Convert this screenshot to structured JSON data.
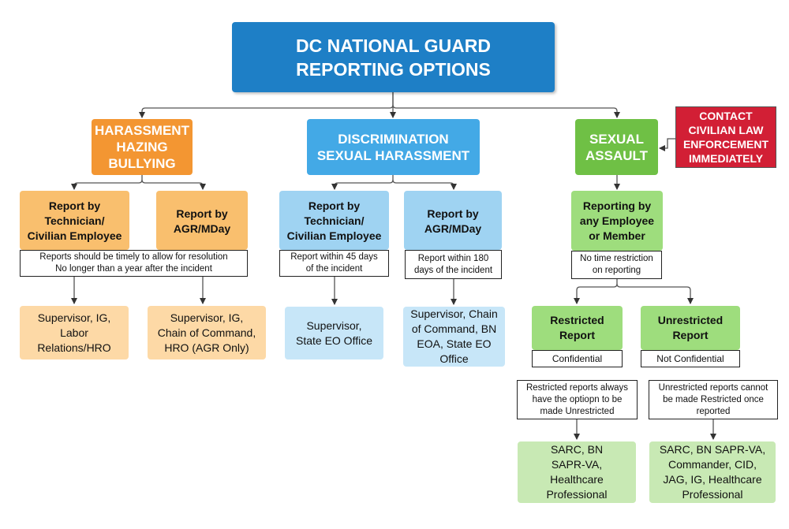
{
  "title": {
    "lines": [
      "DC NATIONAL GUARD",
      "REPORTING OPTIONS"
    ]
  },
  "categories": {
    "harassment": {
      "lines": [
        "HARASSMENT",
        "HAZING",
        "BULLYING"
      ]
    },
    "discrimination": {
      "lines": [
        "DISCRIMINATION",
        "SEXUAL HARASSMENT"
      ]
    },
    "assault": {
      "lines": [
        "SEXUAL",
        "ASSAULT"
      ]
    }
  },
  "contact": {
    "lines": [
      "CONTACT",
      "CIVILIAN LAW",
      "ENFORCEMENT",
      "IMMEDIATELY"
    ]
  },
  "harassment": {
    "tech": {
      "lines": [
        "Report by",
        "Technician/",
        "Civilian Employee"
      ]
    },
    "agr": {
      "lines": [
        "Report by",
        "AGR/MDay"
      ]
    },
    "note": {
      "lines": [
        "Reports should be timely to allow for resolution",
        "No longer than a year after the incident"
      ]
    },
    "tech_result": {
      "lines": [
        "Supervisor, IG,",
        "Labor",
        "Relations/HRO"
      ]
    },
    "agr_result": {
      "lines": [
        "Supervisor, IG,",
        "Chain of Command,",
        "HRO (AGR Only)"
      ]
    }
  },
  "discrimination": {
    "tech": {
      "lines": [
        "Report by",
        "Technician/",
        "Civilian Employee"
      ]
    },
    "agr": {
      "lines": [
        "Report by",
        "AGR/MDay"
      ]
    },
    "tech_note": {
      "lines": [
        "Report within 45 days",
        "of the incident"
      ]
    },
    "agr_note": {
      "lines": [
        "Report within 180",
        "days of the incident"
      ]
    },
    "tech_result": {
      "lines": [
        "Supervisor,",
        "State EO Office"
      ]
    },
    "agr_result": {
      "lines": [
        "Supervisor, Chain",
        "of Command, BN",
        "EOA, State EO",
        "Office"
      ]
    }
  },
  "assault": {
    "reporting": {
      "lines": [
        "Reporting by",
        "any Employee",
        "or Member"
      ]
    },
    "note": {
      "lines": [
        "No time restriction",
        "on reporting"
      ]
    },
    "restricted": {
      "lines": [
        "Restricted",
        "Report"
      ]
    },
    "restricted_label": "Confidential",
    "restricted_note": {
      "lines": [
        "Restricted reports always",
        "have the optiopn to be",
        "made Unrestricted"
      ]
    },
    "restricted_result": {
      "lines": [
        "SARC, BN",
        "SAPR-VA,",
        "Healthcare",
        "Professional"
      ]
    },
    "unrestricted": {
      "lines": [
        "Unrestricted",
        "Report"
      ]
    },
    "unrestricted_label": "Not Confidential",
    "unrestricted_note": {
      "lines": [
        "Unrestricted reports cannot",
        "be made Restricted once",
        "reported"
      ]
    },
    "unrestricted_result": {
      "lines": [
        "SARC, BN SAPR-VA,",
        "Commander, CID,",
        "JAG, IG, Healthcare",
        "Professional"
      ]
    }
  },
  "colors": {
    "title": "#1e7fc6",
    "orange": "#f39632",
    "blue": "#43a9e6",
    "green": "#6fc045",
    "red": "#d21f35",
    "connector": "#444444"
  }
}
